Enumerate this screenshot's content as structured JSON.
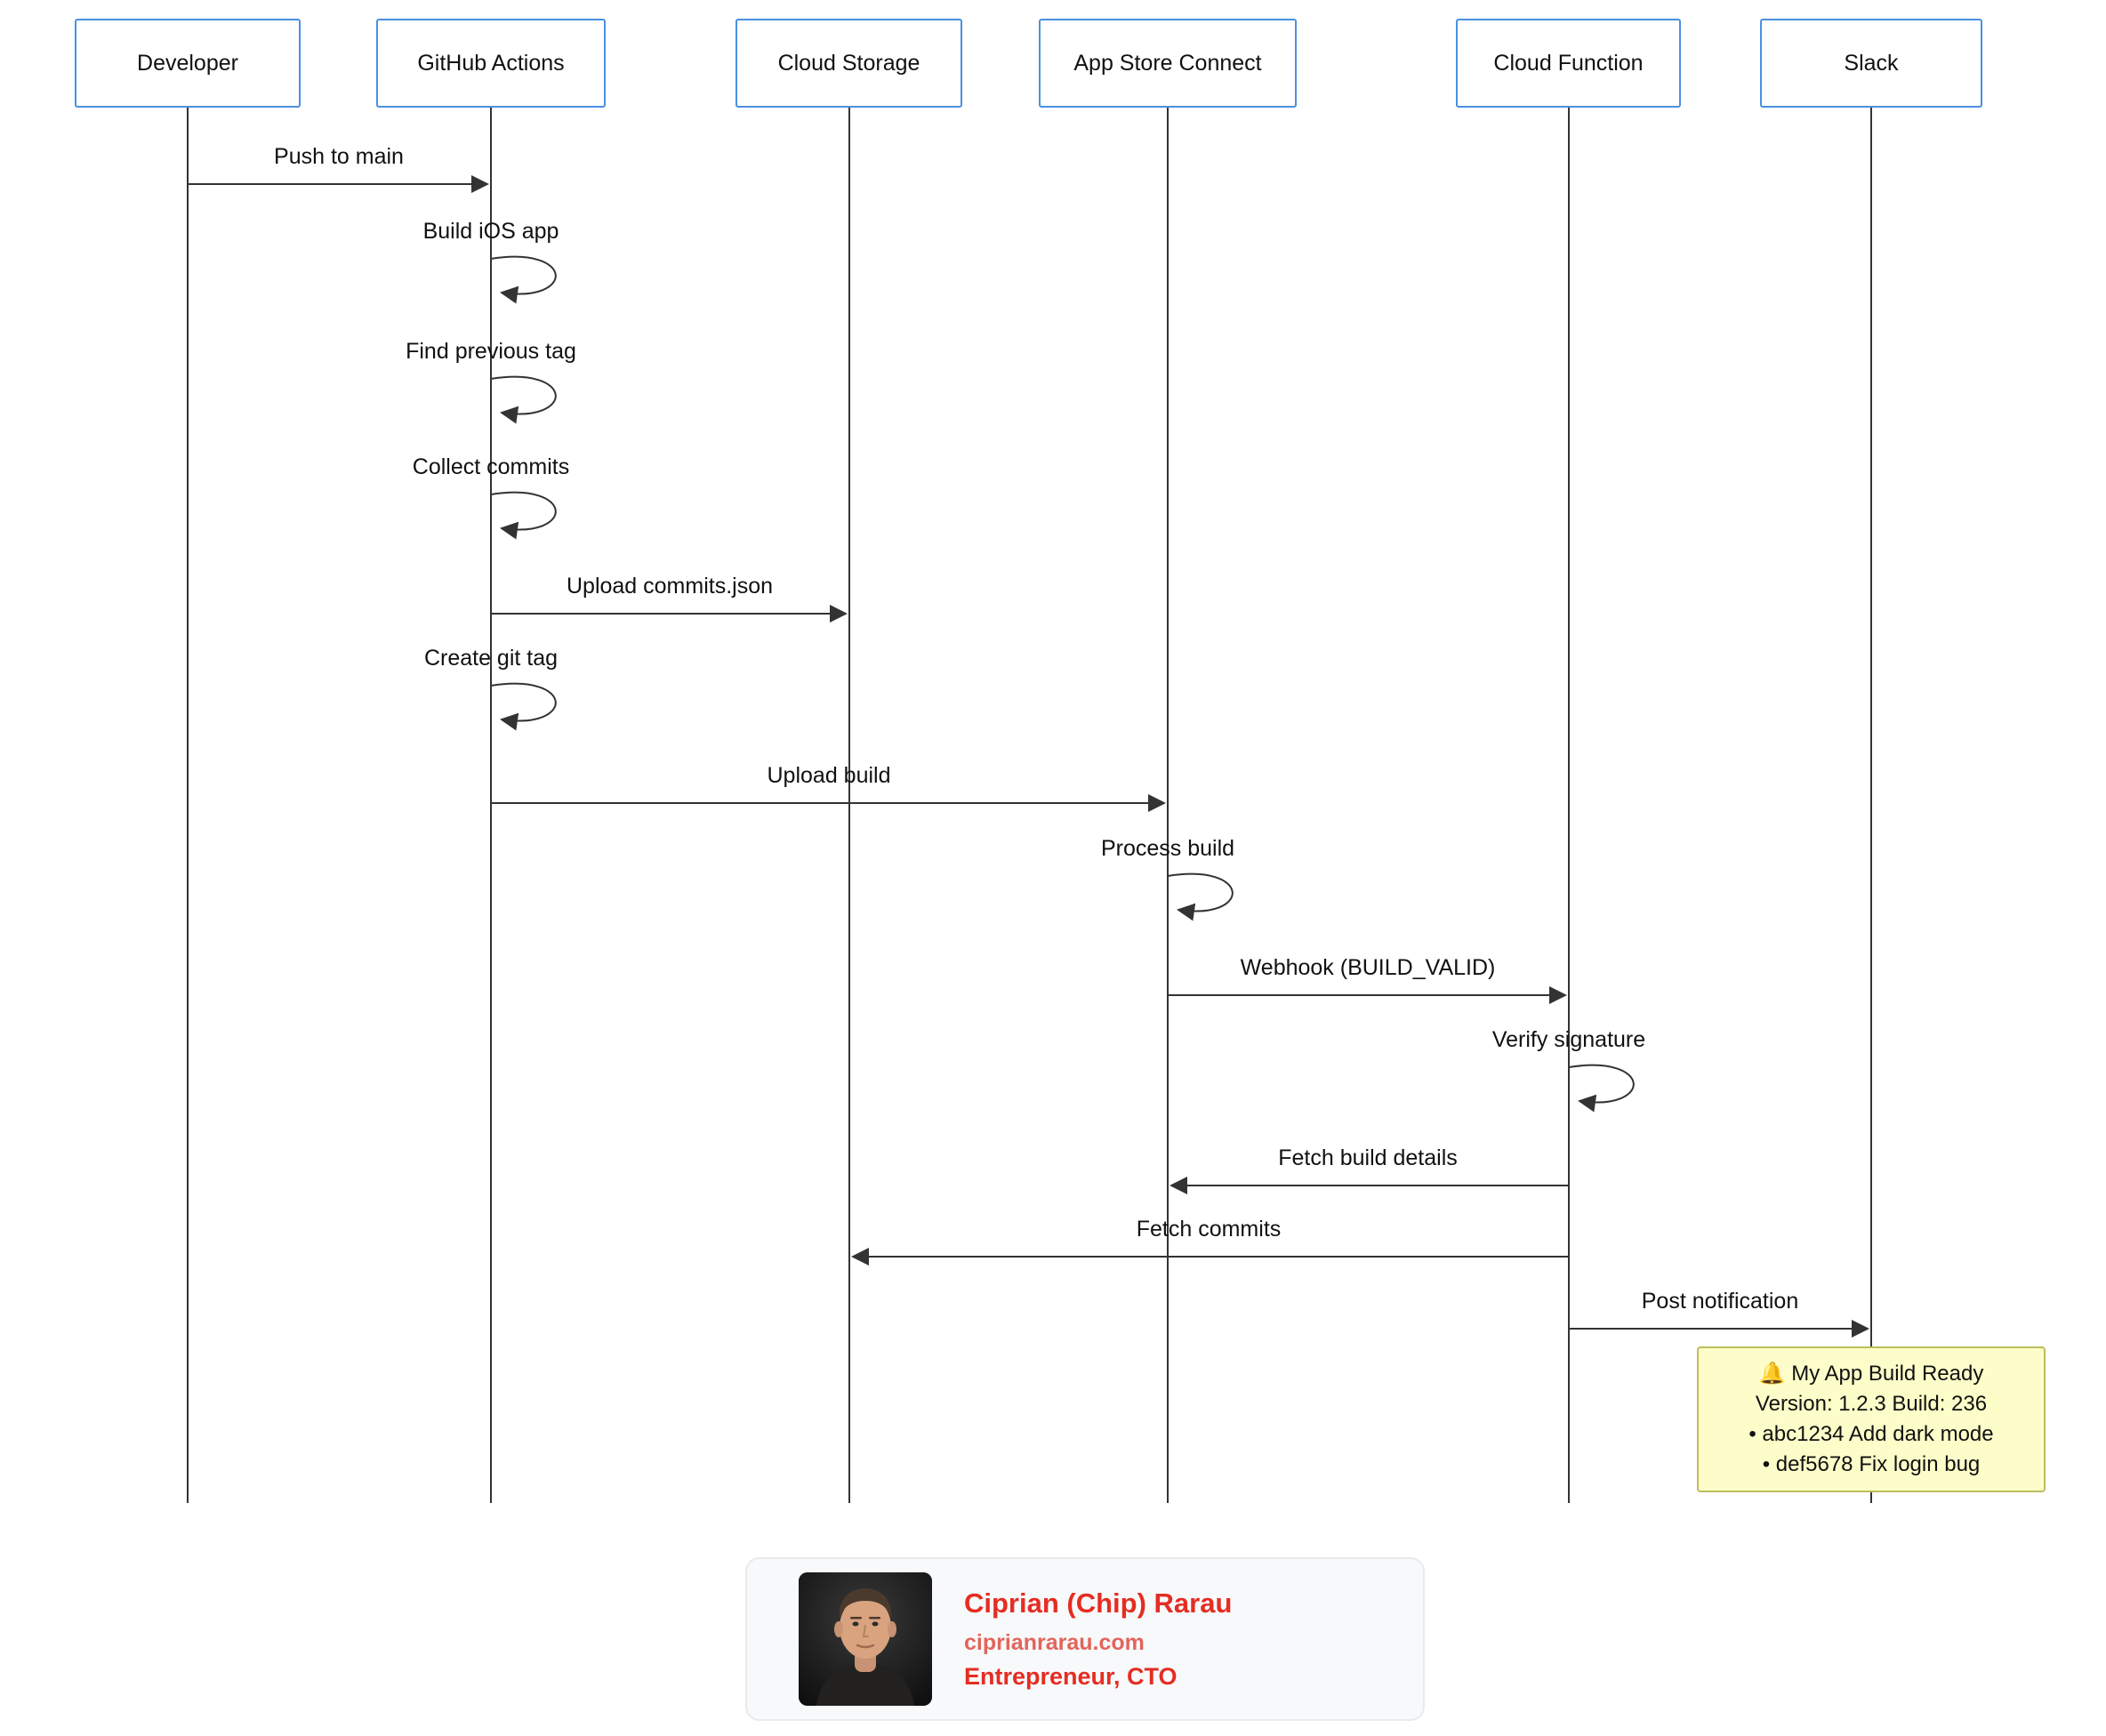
{
  "colors": {
    "actor_border": "#4a90e2",
    "line": "#333333",
    "note_bg": "#fdfdc9",
    "note_border": "#bdbd5e",
    "card_bg": "#f8f9fb",
    "card_border": "#e8eaed",
    "name_red": "#e52d22",
    "site_red": "#e2655c",
    "role_red": "#e52d22"
  },
  "diagram": {
    "actors": [
      {
        "label": "Developer"
      },
      {
        "label": "GitHub Actions"
      },
      {
        "label": "Cloud Storage"
      },
      {
        "label": "App Store Connect"
      },
      {
        "label": "Cloud Function"
      },
      {
        "label": "Slack"
      }
    ],
    "messages": [
      {
        "label": "Push to main",
        "from": "Developer",
        "to": "GitHub Actions",
        "kind": "arrow"
      },
      {
        "label": "Build iOS app",
        "from": "GitHub Actions",
        "to": "GitHub Actions",
        "kind": "self"
      },
      {
        "label": "Find previous tag",
        "from": "GitHub Actions",
        "to": "GitHub Actions",
        "kind": "self"
      },
      {
        "label": "Collect commits",
        "from": "GitHub Actions",
        "to": "GitHub Actions",
        "kind": "self"
      },
      {
        "label": "Upload commits.json",
        "from": "GitHub Actions",
        "to": "Cloud Storage",
        "kind": "arrow"
      },
      {
        "label": "Create git tag",
        "from": "GitHub Actions",
        "to": "GitHub Actions",
        "kind": "self"
      },
      {
        "label": "Upload build",
        "from": "GitHub Actions",
        "to": "App Store Connect",
        "kind": "arrow"
      },
      {
        "label": "Process build",
        "from": "App Store Connect",
        "to": "App Store Connect",
        "kind": "self"
      },
      {
        "label": "Webhook (BUILD_VALID)",
        "from": "App Store Connect",
        "to": "Cloud Function",
        "kind": "arrow"
      },
      {
        "label": "Verify signature",
        "from": "Cloud Function",
        "to": "Cloud Function",
        "kind": "self"
      },
      {
        "label": "Fetch build details",
        "from": "Cloud Function",
        "to": "App Store Connect",
        "kind": "arrow"
      },
      {
        "label": "Fetch commits",
        "from": "Cloud Function",
        "to": "Cloud Storage",
        "kind": "arrow"
      },
      {
        "label": "Post notification",
        "from": "Cloud Function",
        "to": "Slack",
        "kind": "arrow"
      }
    ],
    "note": {
      "target": "Slack",
      "lines": [
        "🔔 My App Build Ready",
        "Version: 1.2.3 Build: 236",
        "• abc1234 Add dark mode",
        "• def5678 Fix login bug"
      ]
    }
  },
  "footer": {
    "name": "Ciprian (Chip) Rarau",
    "website": "ciprianrarau.com",
    "role": "Entrepreneur, CTO"
  }
}
